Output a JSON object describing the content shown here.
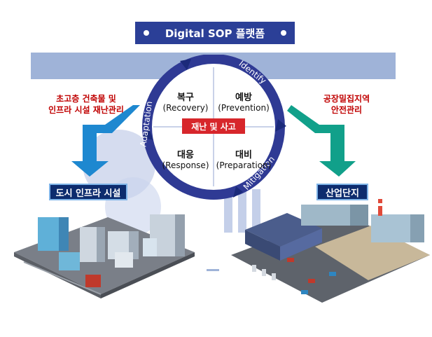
{
  "title": "Digital SOP 플랫폼",
  "left_note": [
    "초고층 건축물 및",
    "인프라 시설 재난관리"
  ],
  "right_note": [
    "공장밀집지역",
    "안전관리"
  ],
  "left_tag": "도시 인프라 시설",
  "right_tag": "산업단지",
  "center": "재난 및 사고",
  "quadrants": {
    "tl": {
      "title": "복구",
      "sub": "(Recovery)"
    },
    "tr": {
      "title": "예방",
      "sub": "(Prevention)"
    },
    "bl": {
      "title": "대응",
      "sub": "(Response)"
    },
    "br": {
      "title": "대비",
      "sub": "(Preparation)"
    }
  },
  "ring_labels": {
    "top": "Identify",
    "right": "Mitigation",
    "left": "Adaptation"
  },
  "colors": {
    "banner": "#2b3f97",
    "ring": "#2f3a94",
    "center_box": "#d7262b",
    "band": "#9fb3d8",
    "left_arrow": "#1e88d0",
    "right_arrow": "#11a08a"
  }
}
